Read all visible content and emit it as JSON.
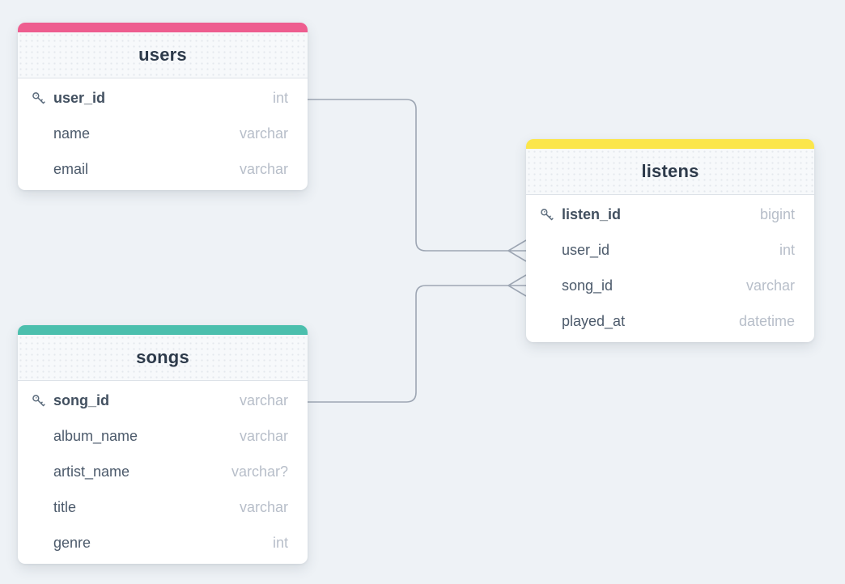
{
  "canvas": {
    "background_color": "#EEF2F6",
    "relationship_line_color": "#9DA6B3"
  },
  "tables": [
    {
      "name": "users",
      "accent_color": "#EE5D8F",
      "fields": [
        {
          "name": "user_id",
          "type": "int",
          "primary_key": true,
          "icon": "key-icon"
        },
        {
          "name": "name",
          "type": "varchar",
          "primary_key": false
        },
        {
          "name": "email",
          "type": "varchar",
          "primary_key": false
        }
      ]
    },
    {
      "name": "listens",
      "accent_color": "#FBE64B",
      "fields": [
        {
          "name": "listen_id",
          "type": "bigint",
          "primary_key": true,
          "icon": "key-icon"
        },
        {
          "name": "user_id",
          "type": "int",
          "primary_key": false
        },
        {
          "name": "song_id",
          "type": "varchar",
          "primary_key": false
        },
        {
          "name": "played_at",
          "type": "datetime",
          "primary_key": false
        }
      ]
    },
    {
      "name": "songs",
      "accent_color": "#4BBFAD",
      "fields": [
        {
          "name": "song_id",
          "type": "varchar",
          "primary_key": true,
          "icon": "key-icon"
        },
        {
          "name": "album_name",
          "type": "varchar",
          "primary_key": false
        },
        {
          "name": "artist_name",
          "type": "varchar?",
          "primary_key": false
        },
        {
          "name": "title",
          "type": "varchar",
          "primary_key": false
        },
        {
          "name": "genre",
          "type": "int",
          "primary_key": false
        }
      ]
    }
  ],
  "relationships": [
    {
      "from": "users.user_id",
      "to": "listens.user_id",
      "cardinality": "one-to-many",
      "many_marker": "crow-foot"
    },
    {
      "from": "songs.song_id",
      "to": "listens.song_id",
      "cardinality": "one-to-many",
      "many_marker": "crow-foot"
    }
  ]
}
